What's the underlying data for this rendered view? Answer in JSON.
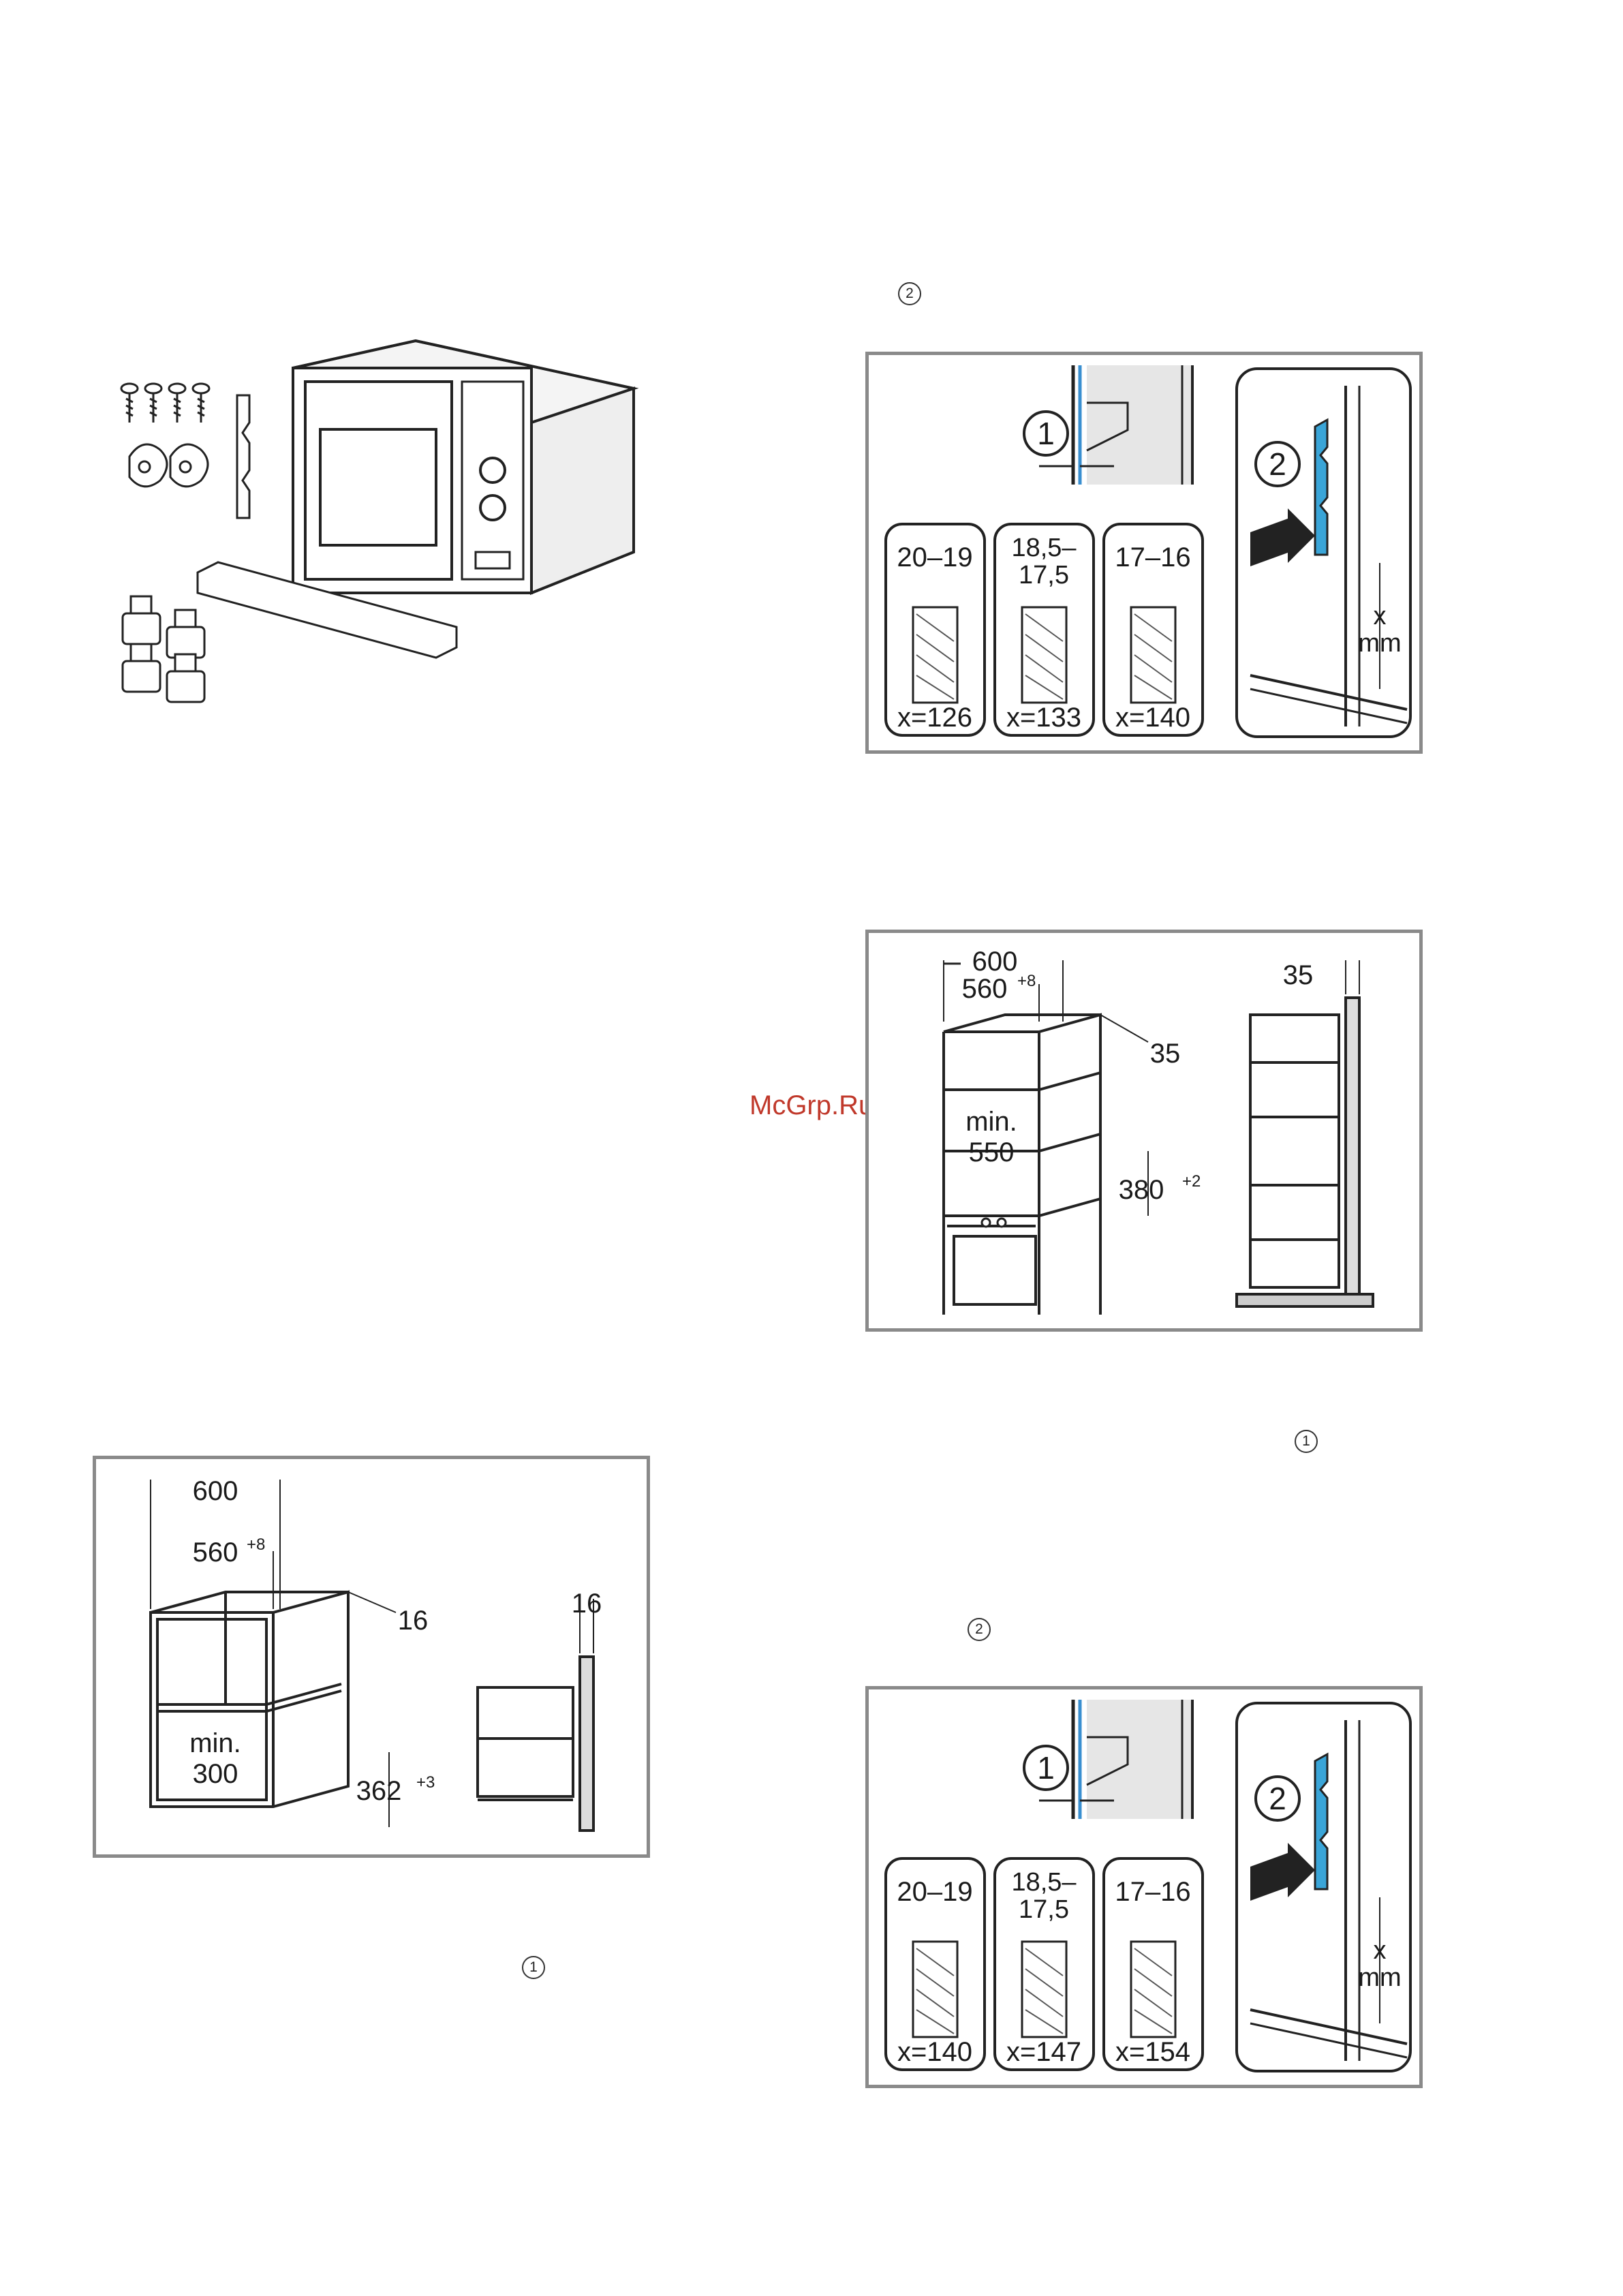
{
  "page": {
    "watermark": "McGrp.Ru",
    "callout_refs": {
      "top_right": "2",
      "mid_right_1": "1",
      "mid_right_2": "2",
      "bottom_left": "1"
    }
  },
  "fig_clip_150": {
    "circle_1": "1",
    "circle_2": "2",
    "box_a": {
      "top": "20–19",
      "bottom": "x=126"
    },
    "box_b": {
      "top_1": "18,5–",
      "top_2": "17,5",
      "bottom": "x=133"
    },
    "box_c": {
      "top": "17–16",
      "bottom": "x=140"
    },
    "x_label": "x",
    "mm_label": "mm"
  },
  "fig_tall_cabinet": {
    "w_outer": "600",
    "w_inner": "560",
    "w_inner_tol": "+8",
    "thickness": "35",
    "depth_label_1": "min.",
    "depth_label_2": "550",
    "height": "380",
    "height_tol": "+2",
    "side_thickness": "35"
  },
  "fig_clip_154": {
    "circle_1": "1",
    "circle_2": "2",
    "box_a": {
      "top": "20–19",
      "bottom": "x=140"
    },
    "box_b": {
      "top_1": "18,5–",
      "top_2": "17,5",
      "bottom": "x=147"
    },
    "box_c": {
      "top": "17–16",
      "bottom": "x=154"
    },
    "x_label": "x",
    "mm_label": "mm"
  },
  "fig_wall_cabinet": {
    "w_outer": "600",
    "w_inner": "560",
    "w_inner_tol": "+8",
    "thickness": "16",
    "depth_label_1": "min.",
    "depth_label_2": "300",
    "height": "362",
    "height_tol": "+3",
    "side_thickness": "16"
  }
}
